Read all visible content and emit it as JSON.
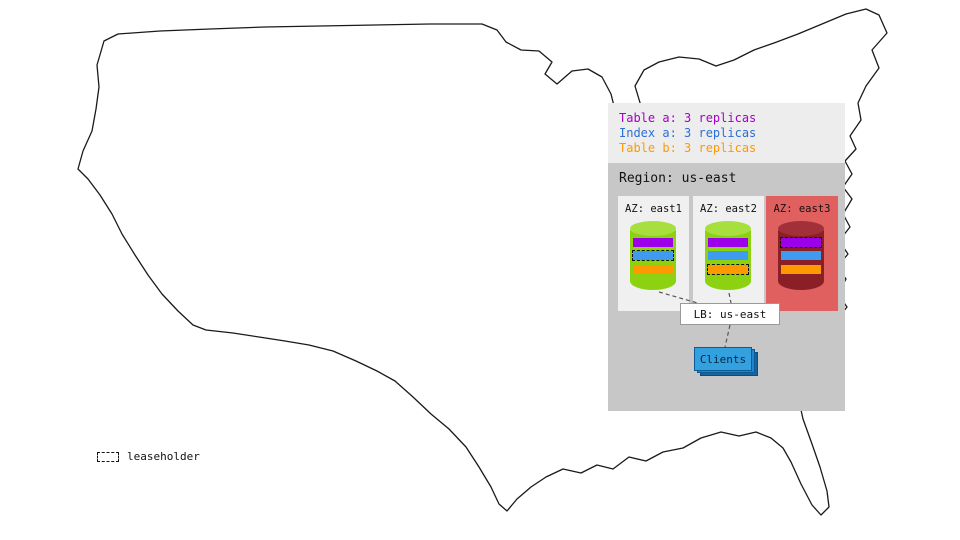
{
  "legend": {
    "items": [
      {
        "label": "Table a: 3 replicas",
        "color": "#a400c8"
      },
      {
        "label": "Index a: 3 replicas",
        "color": "#2b6fd4"
      },
      {
        "label": "Table b: 3 replicas",
        "color": "#ff9900"
      }
    ]
  },
  "region": {
    "title": "Region: us-east",
    "azs": [
      {
        "label": "AZ: east1",
        "highlighted": false,
        "node_color": "#8cd211",
        "replicas": [
          {
            "series": "Table a",
            "color": "#9b00e8",
            "leaseholder": false
          },
          {
            "series": "Index a",
            "color": "#3f9bf0",
            "leaseholder": true
          },
          {
            "series": "Table b",
            "color": "#ff9900",
            "leaseholder": false
          }
        ]
      },
      {
        "label": "AZ: east2",
        "highlighted": false,
        "node_color": "#8cd211",
        "replicas": [
          {
            "series": "Table a",
            "color": "#9b00e8",
            "leaseholder": false
          },
          {
            "series": "Index a",
            "color": "#3f9bf0",
            "leaseholder": false
          },
          {
            "series": "Table b",
            "color": "#ff9900",
            "leaseholder": true
          }
        ]
      },
      {
        "label": "AZ: east3",
        "highlighted": true,
        "highlight_color": "#e05f5f",
        "node_color": "#8a2026",
        "replicas": [
          {
            "series": "Table a",
            "color": "#9b00e8",
            "leaseholder": true
          },
          {
            "series": "Index a",
            "color": "#3f9bf0",
            "leaseholder": false
          },
          {
            "series": "Table b",
            "color": "#ff9900",
            "leaseholder": false
          }
        ]
      }
    ]
  },
  "load_balancer": {
    "label": "LB: us-east"
  },
  "clients": {
    "label": "Clients",
    "color": "#33a0e0"
  },
  "map_legend": {
    "label": "leaseholder"
  },
  "colors": {
    "legend_bg": "#ededed",
    "region_bg": "#c7c7c7",
    "az_bg": "#f0f0f0",
    "az_highlight_bg": "#e05f5f",
    "map_outline": "#1a1a1a"
  }
}
